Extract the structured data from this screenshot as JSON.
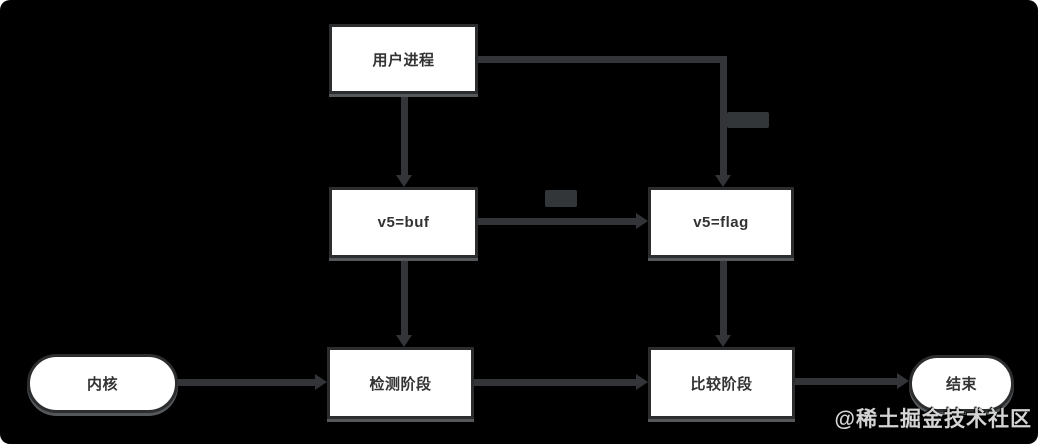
{
  "page": {
    "watermark_text": "@稀土掘金技术社区"
  },
  "diagram": {
    "type": "flowchart",
    "colors": {
      "background": "#000000",
      "node_fill": "#ffffff",
      "node_border": "#2b2d2f",
      "node_shadow": "#55585a",
      "node_text": "#333333",
      "edge_line": "#323437",
      "edge_label_bg": "#333639",
      "watermark_text": "#d4d4d4"
    },
    "nodes": [
      {
        "id": "user-process",
        "label": "用户进程",
        "shape": "rectangle"
      },
      {
        "id": "v5-buf",
        "label": "v5=buf",
        "shape": "rectangle"
      },
      {
        "id": "v5-flag",
        "label": "v5=flag",
        "shape": "rectangle"
      },
      {
        "id": "kernel",
        "label": "内核",
        "shape": "stadium"
      },
      {
        "id": "detect-stage",
        "label": "检测阶段",
        "shape": "rectangle"
      },
      {
        "id": "compare-stage",
        "label": "比较阶段",
        "shape": "rectangle"
      },
      {
        "id": "end",
        "label": "结束",
        "shape": "stadium"
      }
    ],
    "edges": [
      {
        "from": "user-process",
        "to": "v5-buf",
        "label": "",
        "label_block_visible": false
      },
      {
        "from": "user-process",
        "to": "v5-flag",
        "label": "",
        "label_block_visible": true,
        "label_legible": false
      },
      {
        "from": "v5-buf",
        "to": "v5-flag",
        "label": "",
        "label_block_visible": true,
        "label_legible": false
      },
      {
        "from": "v5-buf",
        "to": "detect-stage",
        "label": "",
        "label_block_visible": false
      },
      {
        "from": "v5-flag",
        "to": "compare-stage",
        "label": "",
        "label_block_visible": false
      },
      {
        "from": "kernel",
        "to": "detect-stage",
        "label": "",
        "label_block_visible": false
      },
      {
        "from": "detect-stage",
        "to": "compare-stage",
        "label": "",
        "label_block_visible": false
      },
      {
        "from": "compare-stage",
        "to": "end",
        "label": "",
        "label_block_visible": false
      }
    ]
  }
}
